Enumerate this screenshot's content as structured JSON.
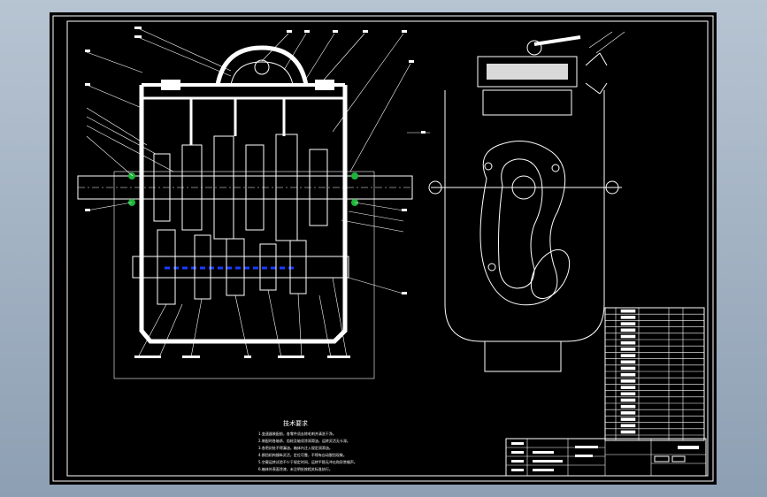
{
  "drawing": {
    "notes_title": "技术要求",
    "notes": [
      "1.变速器装配前，各零件须去除毛刺并清洗干净。",
      "2.装配时各轴承、齿轮及轴须涂润滑油，运转灵活无卡滞。",
      "3.各密封处不得漏油，箱体内注入规定润滑油。",
      "4.换挡机构操纵灵活，定位可靠，不得有自动脱挡现象。",
      "5.空载运转试验不少于规定时间，运转平稳无冲击和异常噪声。",
      "6.箱体外表面涂漆，未注明处按相关标准执行。"
    ]
  },
  "colors": {
    "sheet_background": "#000000",
    "viewer_background": "#a9b7c7",
    "line": "#ffffff",
    "bearing": "#1db53a",
    "shaft_marker": "#1a3bff"
  }
}
